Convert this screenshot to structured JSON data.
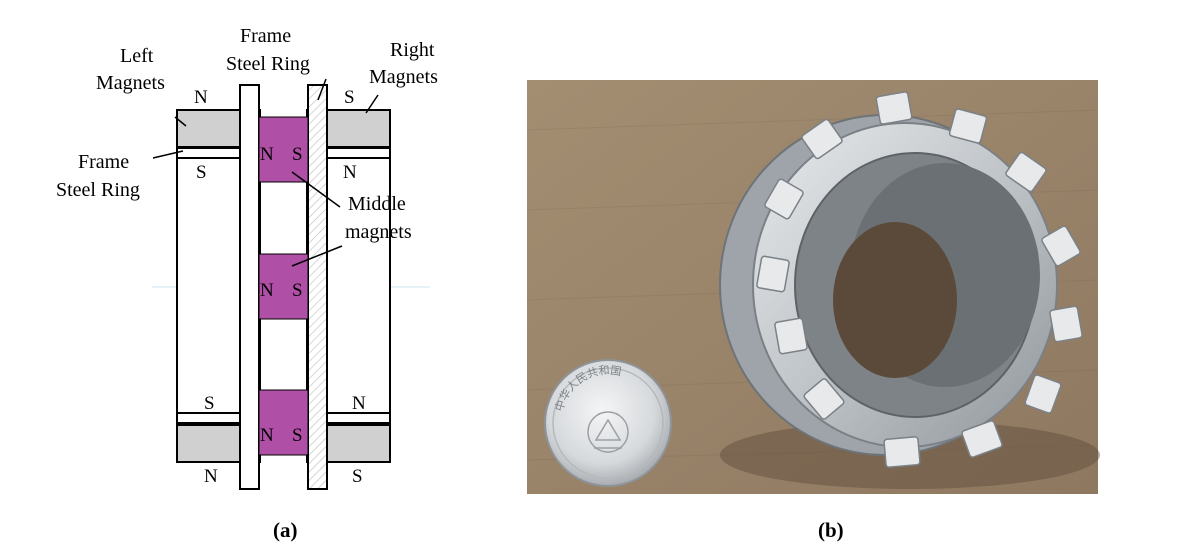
{
  "labels": {
    "left_magnets_line1": "Left",
    "left_magnets_line2": "Magnets",
    "frame_top_line1": "Frame",
    "frame_top_line2": "Steel Ring",
    "right_magnets_line1": "Right",
    "right_magnets_line2": "Magnets",
    "frame_left_line1": "Frame",
    "frame_left_line2": "Steel Ring",
    "middle_line1": "Middle",
    "middle_line2": "magnets"
  },
  "poles": {
    "n": "N",
    "s": "S"
  },
  "captions": {
    "a": "(a)",
    "b": "(b)"
  },
  "coin": {
    "rim_text": "中华人民共和国"
  },
  "colors": {
    "magnet_gray": "#d0d0d0",
    "middle_magnet": "#b04fa6",
    "cardboard": "#9c866a",
    "aluminum": "#cfd3d6"
  }
}
